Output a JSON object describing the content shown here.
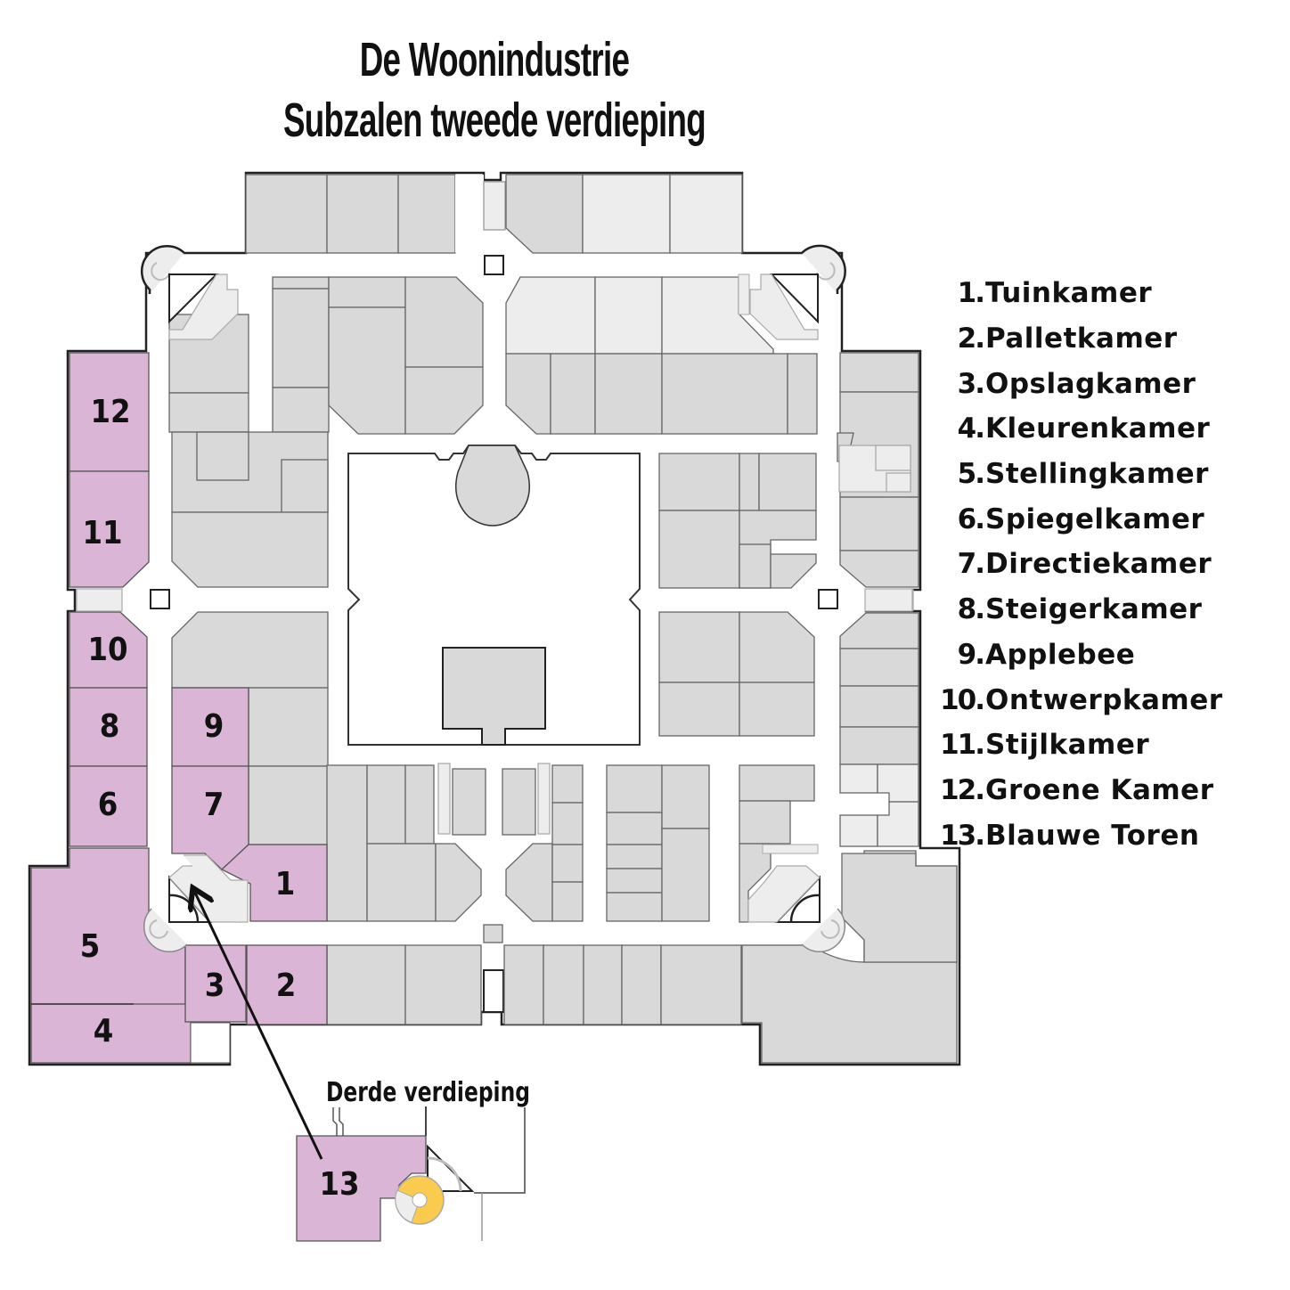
{
  "header": {
    "title": "De Woonindustrie",
    "subtitle": "Subzalen tweede verdieping"
  },
  "colors": {
    "highlight": "#dbb5d6",
    "room": "#d9d9d9",
    "room_light": "#ededed",
    "corridor": "#ffffff",
    "stair_yellow": "#fbcb4f",
    "outline": "#222222"
  },
  "legend": {
    "items": [
      {
        "num": "1.",
        "label": "Tuinkamer"
      },
      {
        "num": "2.",
        "label": "Palletkamer"
      },
      {
        "num": "3.",
        "label": "Opslagkamer"
      },
      {
        "num": "4.",
        "label": "Kleurenkamer"
      },
      {
        "num": "5.",
        "label": "Stellingkamer"
      },
      {
        "num": "6.",
        "label": "Spiegelkamer"
      },
      {
        "num": "7.",
        "label": "Directiekamer"
      },
      {
        "num": "8.",
        "label": "Steigerkamer"
      },
      {
        "num": "9.",
        "label": "Applebee"
      },
      {
        "num": "10.",
        "label": "Ontwerpkamer"
      },
      {
        "num": "11.",
        "label": "Stijlkamer"
      },
      {
        "num": "12.",
        "label": "Groene Kamer"
      },
      {
        "num": "13.",
        "label": "Blauwe Toren"
      }
    ]
  },
  "rooms": {
    "r1": "1",
    "r2": "2",
    "r3": "3",
    "r4": "4",
    "r5": "5",
    "r6": "6",
    "r7": "7",
    "r8": "8",
    "r9": "9",
    "r10": "10",
    "r11": "11",
    "r12": "12",
    "r13": "13"
  },
  "third_floor": {
    "label": "Derde verdieping"
  }
}
